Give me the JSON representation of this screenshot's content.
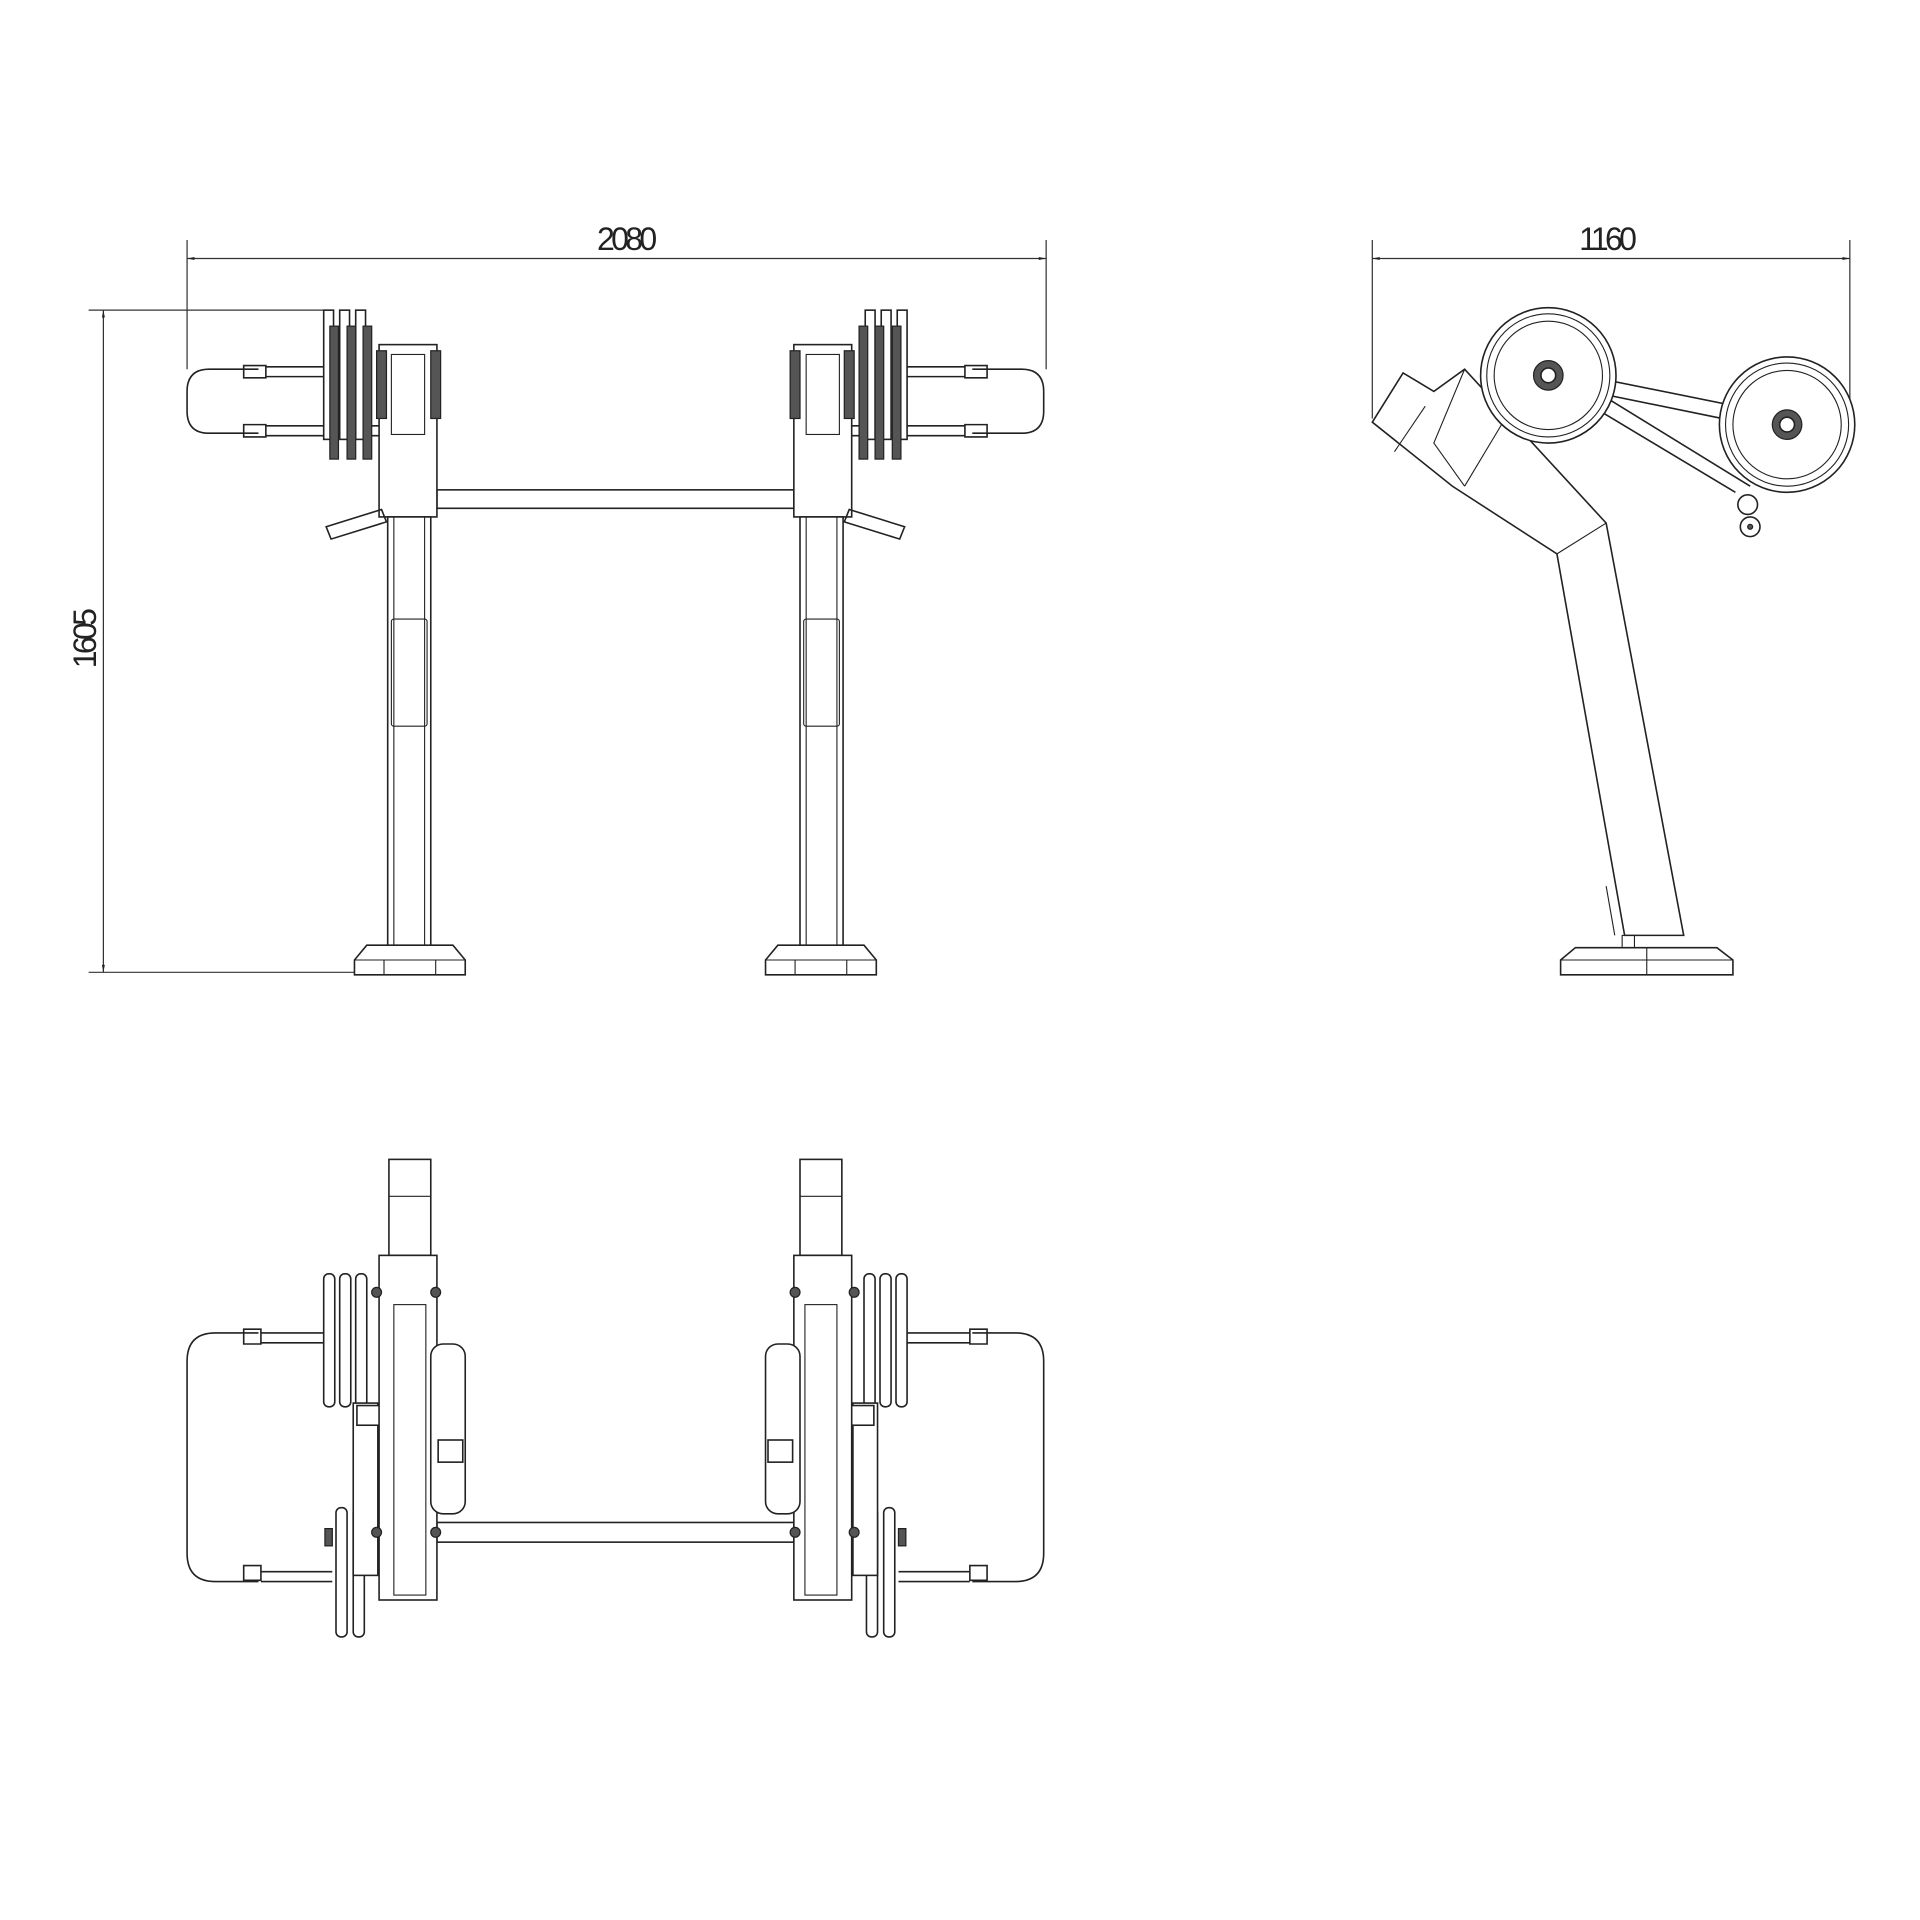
{
  "dimensions": {
    "front_width": "2080",
    "front_height": "1605",
    "side_width": "1160"
  },
  "views": [
    "front",
    "side",
    "top"
  ],
  "colors": {
    "line": "#222222",
    "background": "#ffffff",
    "plate_fill": "#555555"
  }
}
